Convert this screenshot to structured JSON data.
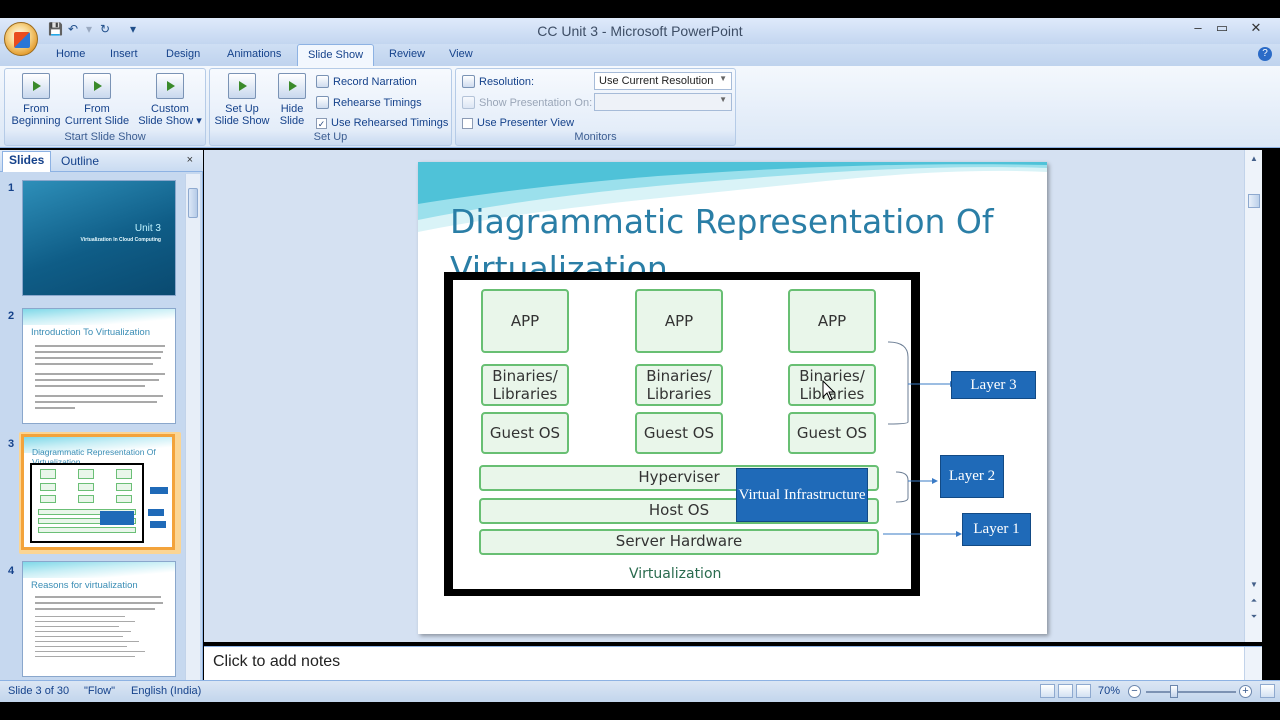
{
  "window": {
    "title": "CC Unit 3 - Microsoft PowerPoint",
    "controls": [
      "–",
      "▭",
      "✕"
    ]
  },
  "tabs": [
    "Home",
    "Insert",
    "Design",
    "Animations",
    "Slide Show",
    "Review",
    "View"
  ],
  "active_tab": "Slide Show",
  "ribbon": {
    "start_group": {
      "label": "Start Slide Show",
      "from_beginning": [
        "From",
        "Beginning"
      ],
      "from_current": [
        "From",
        "Current Slide"
      ],
      "custom": [
        "Custom",
        "Slide Show ▾"
      ]
    },
    "setup_group": {
      "label": "Set Up",
      "setup_show": [
        "Set Up",
        "Slide Show"
      ],
      "hide_slide": [
        "Hide",
        "Slide"
      ],
      "record_narration": "Record Narration",
      "rehearse_timings": "Rehearse Timings",
      "use_rehearsed": "Use Rehearsed Timings",
      "use_rehearsed_checked": true
    },
    "monitors_group": {
      "label": "Monitors",
      "resolution_label": "Resolution:",
      "resolution_value": "Use Current Resolution",
      "show_on_label": "Show Presentation On:",
      "presenter_view": "Use Presenter View",
      "presenter_view_checked": false
    }
  },
  "left_pane": {
    "tabs": [
      "Slides",
      "Outline"
    ],
    "close": "×",
    "slides": [
      {
        "num": "1",
        "heading": "Unit 3",
        "subtitle": "Virtualization In Cloud Computing"
      },
      {
        "num": "2",
        "heading": "Introduction To Virtualization"
      },
      {
        "num": "3",
        "heading": "Diagrammatic Representation Of Virtualization"
      },
      {
        "num": "4",
        "heading": "Reasons for virtualization"
      }
    ],
    "selected": "3"
  },
  "slide": {
    "title": "Diagrammatic Representation Of Virtualization",
    "diagram": {
      "apps": [
        "APP",
        "APP",
        "APP"
      ],
      "binaries": [
        "Binaries/ Libraries",
        "Binaries/ Libraries",
        "Binaries/ Libraries"
      ],
      "guest_os": [
        "Guest OS",
        "Guest OS",
        "Guest OS"
      ],
      "hypervisor": "Hyperviser",
      "host_os": "Host OS",
      "server_hw": "Server Hardware",
      "virt_infra": "Virtual Infrastructure",
      "caption": "Virtualization"
    },
    "layers": [
      "Layer 3",
      "Layer 2",
      "Layer 1"
    ]
  },
  "notes_placeholder": "Click to add notes",
  "status": {
    "slide_info": "Slide 3 of 30",
    "theme": "\"Flow\"",
    "language": "English (India)",
    "zoom": "70%"
  },
  "colors": {
    "accent": "#1f6ab8",
    "title_color": "#2a7ea6",
    "box_border": "#68bf73",
    "box_fill": "#e9f6ea"
  }
}
